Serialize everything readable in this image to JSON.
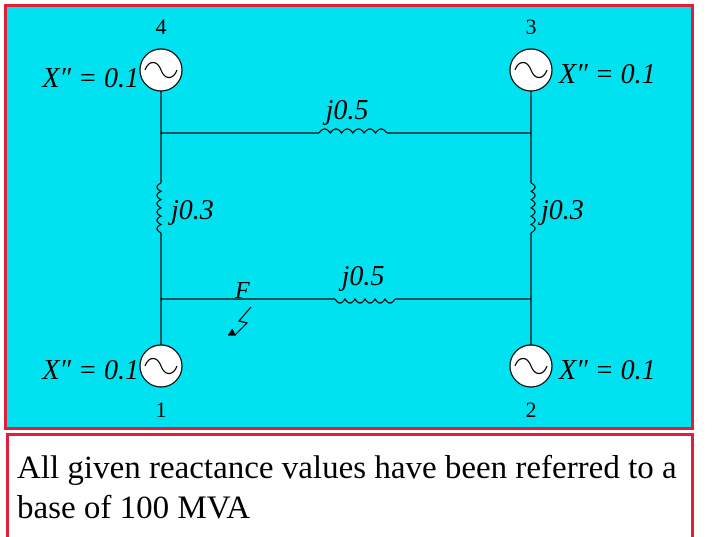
{
  "colors": {
    "background": "#00e2ef",
    "border": "#e0203a",
    "wire": "#000000"
  },
  "generators": [
    {
      "number": "4",
      "reactance_label": "X″ = 0.1"
    },
    {
      "number": "3",
      "reactance_label": "X″ = 0.1"
    },
    {
      "number": "1",
      "reactance_label": "X″ = 0.1"
    },
    {
      "number": "2",
      "reactance_label": "X″ = 0.1"
    }
  ],
  "lines": {
    "top": "j0.5",
    "left": "j0.3",
    "right": "j0.3",
    "bottom": "j0.5"
  },
  "fault_label": "F",
  "note": "All given reactance values have been referred to a base of 100 MVA"
}
